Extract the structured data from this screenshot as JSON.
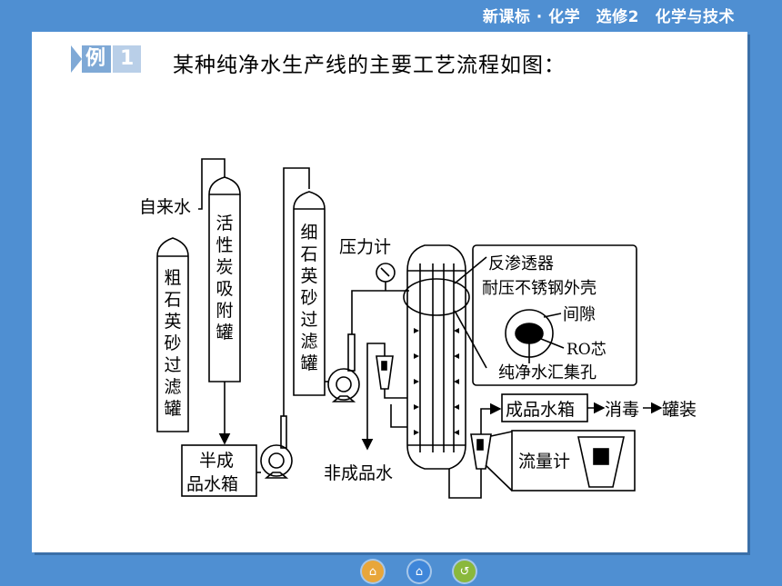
{
  "header": {
    "course_title": "新课标 · 化学　选修2　化学与技术"
  },
  "example": {
    "tag_label": "例",
    "tag_number": "1",
    "question": "某种纯净水生产线的主要工艺流程如图："
  },
  "diagram": {
    "tap_water": "自来水",
    "coarse_filter_chars": [
      "粗",
      "石",
      "英",
      "砂",
      "过",
      "滤",
      "罐"
    ],
    "carbon_tank_chars": [
      "活",
      "性",
      "炭",
      "吸",
      "附",
      "罐"
    ],
    "half_product_lines": [
      "半成",
      "品水箱"
    ],
    "fine_filter_chars": [
      "细",
      "石",
      "英",
      "砂",
      "过",
      "滤",
      "罐"
    ],
    "pressure_gauge": "压力计",
    "non_product_water": "非成品水",
    "inset_title": "反渗透器",
    "inset_shell": "耐压不锈钢外壳",
    "inset_gap": "间隙",
    "inset_core": "RO芯",
    "inset_hole": "纯净水汇集孔",
    "product_tank": "成品水箱",
    "disinfect": "消毒",
    "canning": "罐装",
    "flowmeter": "流量计"
  },
  "nav": {
    "icons": [
      "home-icon",
      "house-icon",
      "return-icon"
    ]
  }
}
